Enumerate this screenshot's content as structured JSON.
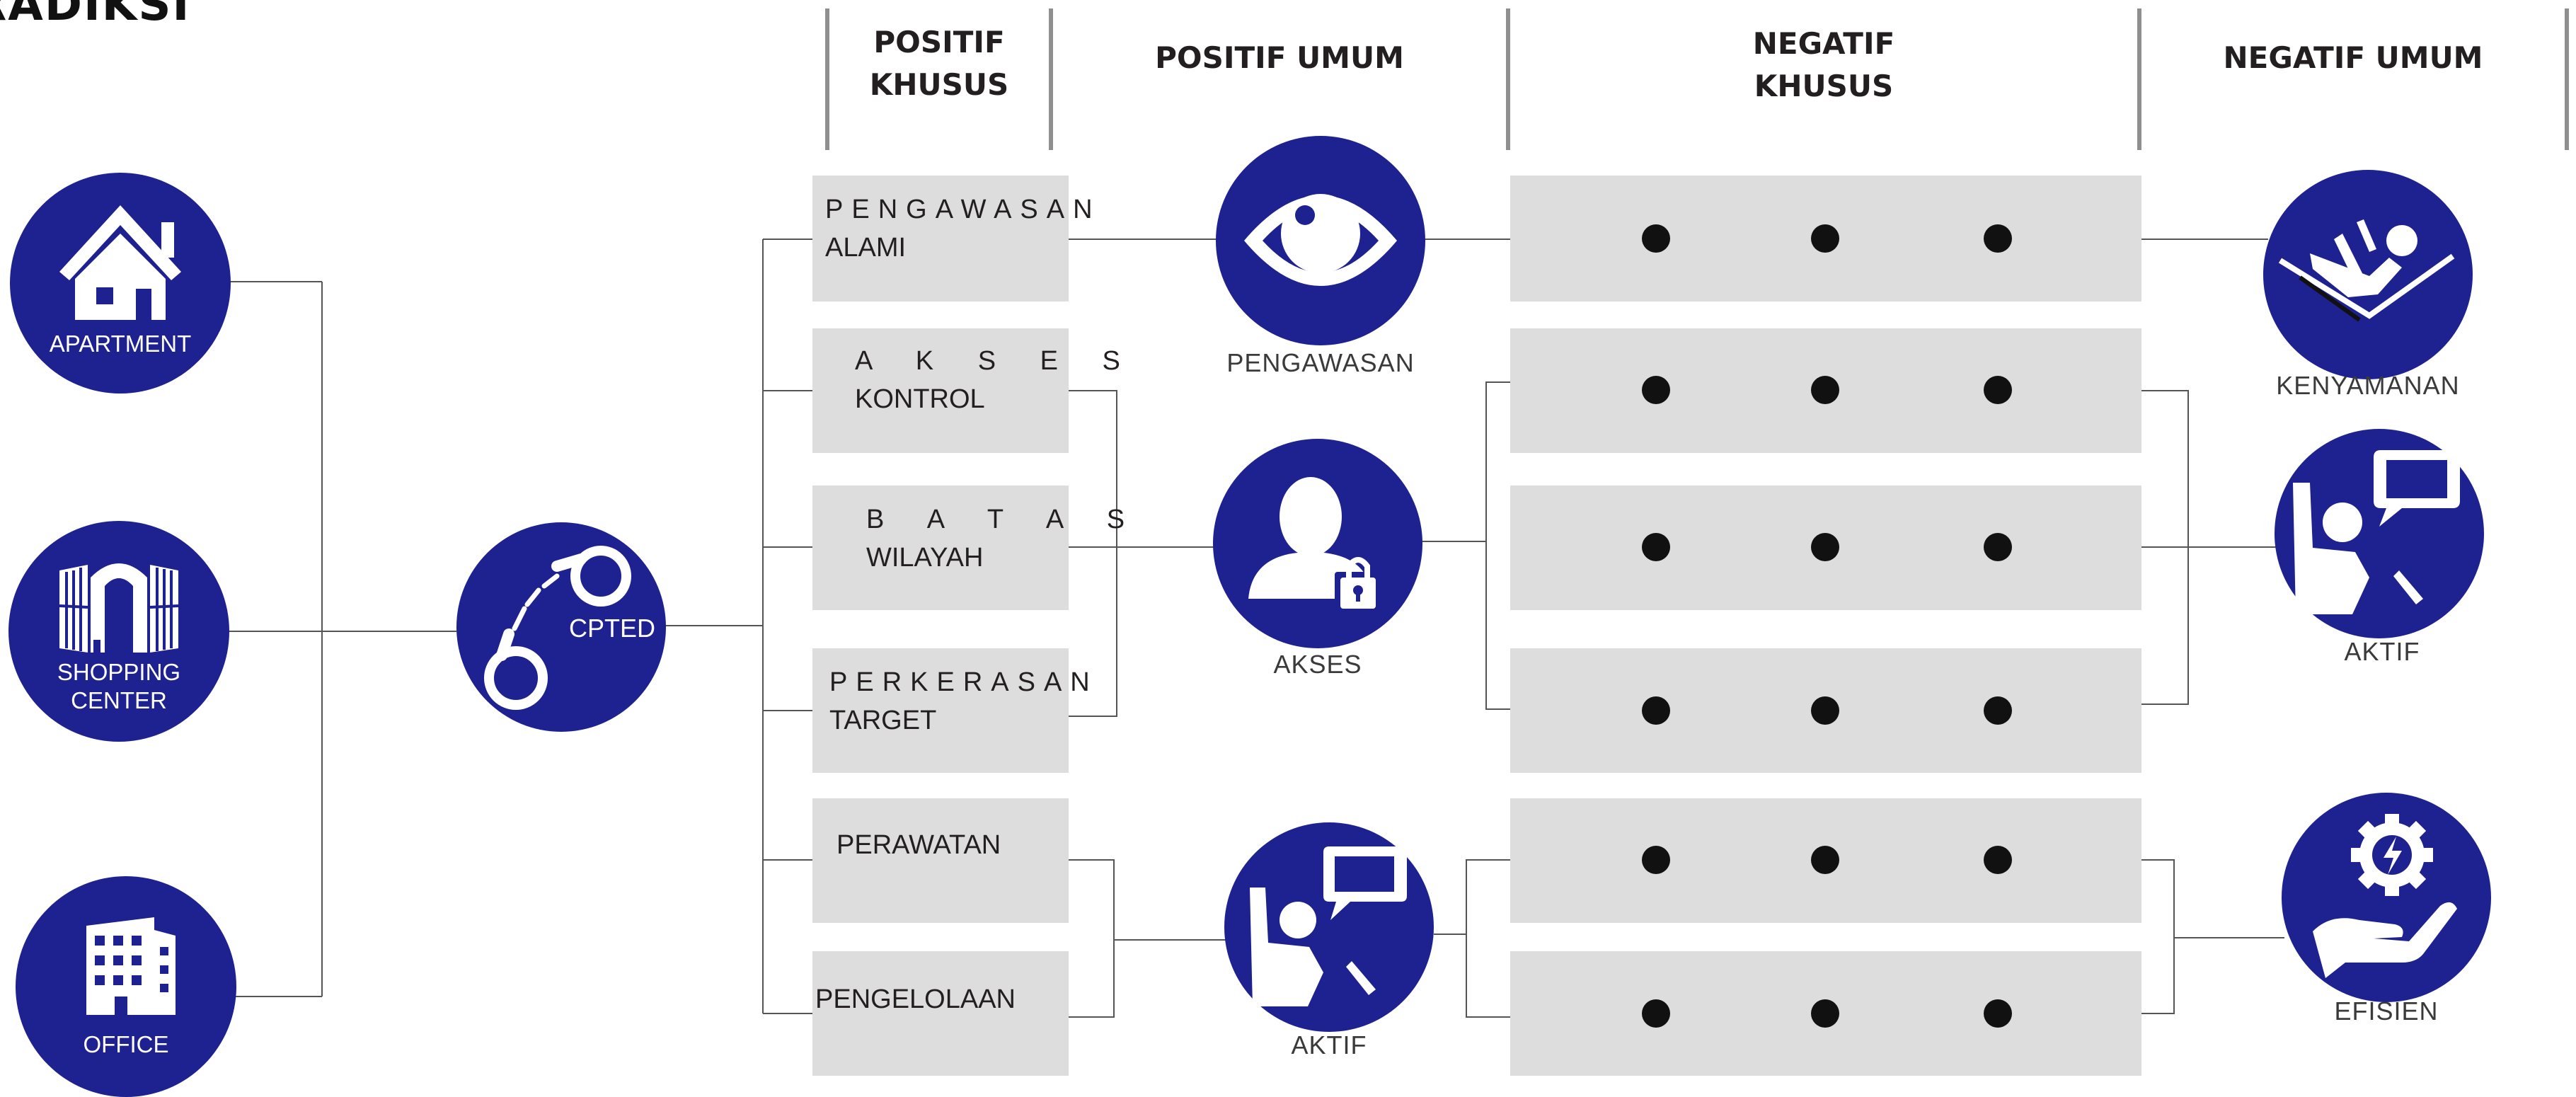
{
  "title": "RADIKSI",
  "column_headers": {
    "positif_khusus": "POSITIF\nKHUSUS",
    "positif_umum": "POSITIF  UMUM",
    "negatif_khusus": "NEGATIF\nKHUSUS",
    "negatif_umum": "NEGATIF UMUM"
  },
  "buildings": {
    "apartment": "APARTMENT",
    "shopping_center": "SHOPPING\nCENTER",
    "office": "OFFICE"
  },
  "center_node": "CPTED",
  "positif_khusus_items": [
    {
      "line1": "PENGAWASAN",
      "line2": "ALAMI"
    },
    {
      "line1": "A K S E S",
      "line2": "KONTROL"
    },
    {
      "line1": "B A T A S",
      "line2": "WILAYAH"
    },
    {
      "line1": "PERKERASAN",
      "line2": "TARGET"
    },
    {
      "line1": "PERAWATAN"
    },
    {
      "line1": "PENGELOLAAN"
    }
  ],
  "positif_umum_items": [
    "PENGAWASAN",
    "AKSES",
    "AKTIF"
  ],
  "negatif_umum_items": [
    "KENYAMANAN",
    "AKTIF",
    "EFISIEN"
  ],
  "colors": {
    "node_fill": "#1e2190",
    "box_fill": "#dcdddc",
    "line": "#555555"
  }
}
